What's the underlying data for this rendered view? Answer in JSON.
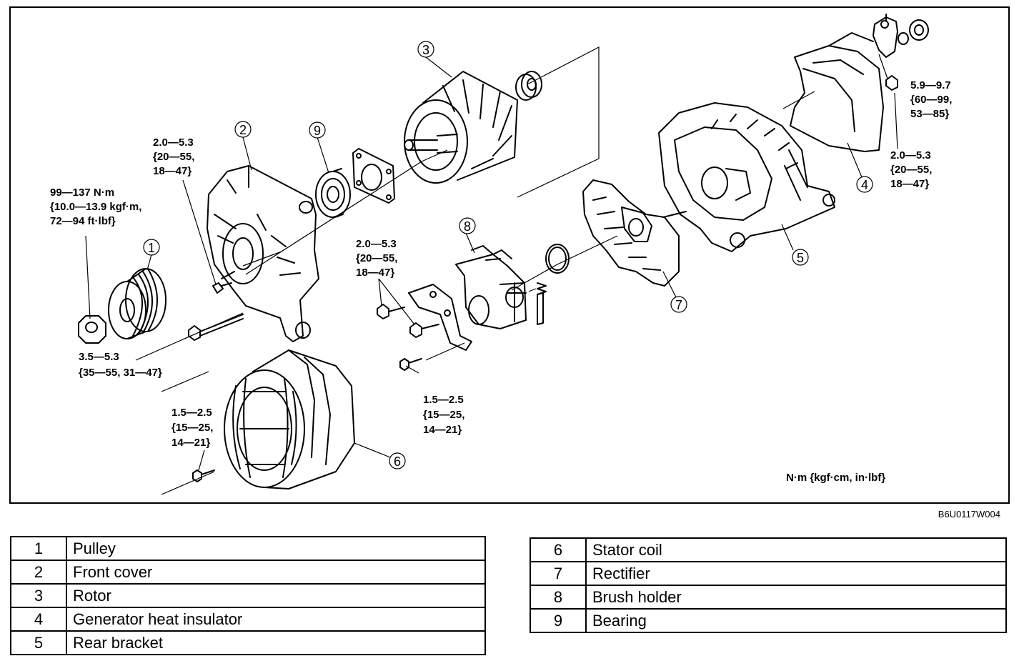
{
  "diagram": {
    "unit_legend": "N·m {kgf·cm, in·lbf}",
    "reference_code": "B6U0117W004",
    "torque_labels": [
      {
        "id": "t-pulley-nut",
        "lines": [
          "99—137 N·m",
          "{10.0—13.9 kgf·m,",
          "72—94 ft·lbf}"
        ]
      },
      {
        "id": "t-front-cover",
        "lines": [
          "2.0—5.3",
          "{20—55,",
          "18—47}"
        ]
      },
      {
        "id": "t-through-bolt",
        "lines": [
          "3.5—5.3",
          "{35—55, 31—47}"
        ]
      },
      {
        "id": "t-stator",
        "lines": [
          "1.5—2.5",
          "{15—25,",
          "14—21}"
        ]
      },
      {
        "id": "t-brush-holder",
        "lines": [
          "2.0—5.3",
          "{20—55,",
          "18—47}"
        ]
      },
      {
        "id": "t-rectifier",
        "lines": [
          "1.5—2.5",
          "{15—25,",
          "14—21}"
        ]
      },
      {
        "id": "t-terminal-nut",
        "lines": [
          "5.9—9.7",
          "{60—99,",
          "53—85}"
        ]
      },
      {
        "id": "t-insulator",
        "lines": [
          "2.0—5.3",
          "{20—55,",
          "18—47}"
        ]
      }
    ],
    "part_callouts": [
      "1",
      "2",
      "3",
      "4",
      "5",
      "6",
      "7",
      "8",
      "9"
    ]
  },
  "parts_left": [
    {
      "num": "1",
      "name": "Pulley"
    },
    {
      "num": "2",
      "name": "Front cover"
    },
    {
      "num": "3",
      "name": "Rotor"
    },
    {
      "num": "4",
      "name": "Generator heat insulator"
    },
    {
      "num": "5",
      "name": "Rear bracket"
    }
  ],
  "parts_right": [
    {
      "num": "6",
      "name": "Stator coil"
    },
    {
      "num": "7",
      "name": "Rectifier"
    },
    {
      "num": "8",
      "name": "Brush holder"
    },
    {
      "num": "9",
      "name": "Bearing"
    }
  ]
}
